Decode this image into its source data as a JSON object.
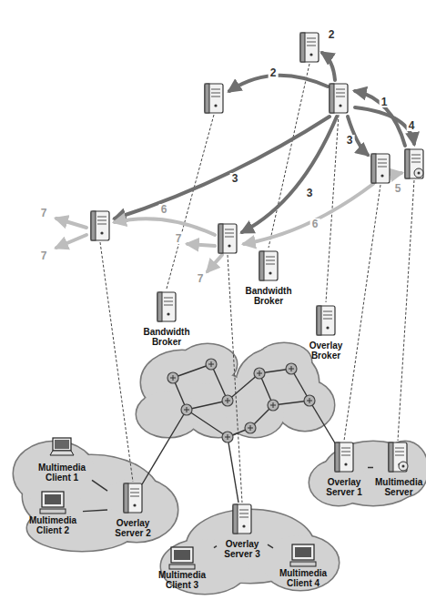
{
  "diagram": {
    "nodes": [
      {
        "text": [
          "Bandwidth Broker"
        ]
      },
      {
        "text": [
          "Bandwidth Broker"
        ]
      },
      {
        "text": [
          "Overlay Broker"
        ]
      },
      {
        "text": [
          "Multimedia Client 1"
        ]
      },
      {
        "text": [
          "Overlay Server 1"
        ]
      },
      {
        "text": [
          "Multimedia Server"
        ]
      },
      {
        "text": [
          "Multimedia Client 2"
        ]
      },
      {
        "text": [
          "Overlay Server 2"
        ]
      },
      {
        "text": [
          "Overlay Server 3"
        ]
      },
      {
        "text": [
          "Multimedia Client 3"
        ]
      },
      {
        "text": [
          "Multimedia Client 4"
        ]
      }
    ],
    "edges": [
      {
        "from": 3,
        "to": 7,
        "arrow": "none"
      },
      {
        "from": 6,
        "to": 7,
        "arrow": "none"
      },
      {
        "from": 4,
        "to": 5,
        "arrow": "none"
      },
      {
        "from": 8,
        "to": 9,
        "arrow": "none"
      },
      {
        "from": 8,
        "to": 10,
        "arrow": "none"
      }
    ],
    "labels": [
      "2",
      "2",
      "1",
      "4",
      "3",
      "3",
      "3",
      "5",
      "6",
      "6",
      "7",
      "7",
      "7",
      "7"
    ]
  }
}
